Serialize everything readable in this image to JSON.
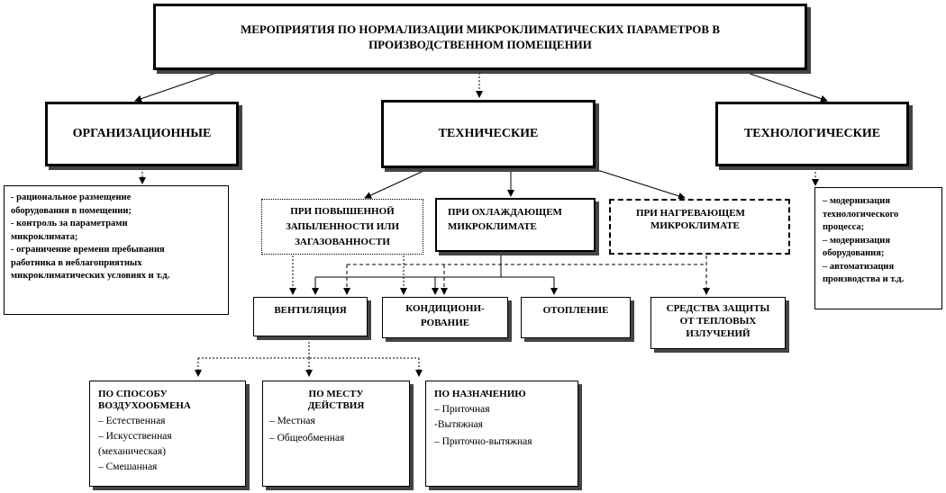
{
  "title": "МЕРОПРИЯТИЯ ПО НОРМАЛИЗАЦИИ  МИКРОКЛИМАТИЧЕСКИХ ПАРАМЕТРОВ  В ПРОИЗВОДСТВЕННОМ  ПОМЕЩЕНИИ",
  "categories": {
    "org": "ОРГАНИЗАЦИОННЫЕ",
    "tech": "ТЕХНИЧЕСКИЕ",
    "techno": "ТЕХНОЛОГИЧЕСКИЕ"
  },
  "org_list": [
    "- рациональное  размещение",
    "оборудования в помещении;",
    "- контроль  за параметрами",
    "микроклимата;",
    "- ограничение времени пребывания",
    "работника в неблагоприятных",
    "микроклиматических  условиях и т.д."
  ],
  "techno_list": [
    "– модернизация",
    "технологического",
    "процесса;",
    "– модернизация",
    "оборудования;",
    "– автоматизация",
    "производства и т.д."
  ],
  "conditions": {
    "dust": [
      "ПРИ ПОВЫШЕННОЙ",
      "ЗАПЫЛЕННОСТИ ИЛИ",
      "ЗАГАЗОВАННОСТИ"
    ],
    "cool": [
      "ПРИ ОХЛАЖДАЮЩЕМ",
      "МИКРОКЛИМАТЕ"
    ],
    "heat": [
      "ПРИ НАГРЕВАЮЩЕМ",
      "МИКРОКЛИМАТЕ"
    ]
  },
  "measures": {
    "ventilation": "ВЕНТИЛЯЦИЯ",
    "conditioning": [
      "КОНДИЦИОНИ-",
      "РОВАНИЕ"
    ],
    "heating": "ОТОПЛЕНИЕ",
    "protection": [
      "СРЕДСТВА  ЗАЩИТЫ",
      "ОТ ТЕПЛОВЫХ",
      "ИЗЛУЧЕНИЙ"
    ]
  },
  "vent_types": {
    "by_exchange": {
      "heading": [
        "ПО СПОСОБУ",
        "ВОЗДУХООБМЕНА"
      ],
      "items": [
        "– Естественная",
        "– Искусственная",
        "(механическая)",
        "– Смешанная"
      ]
    },
    "by_place": {
      "heading": [
        "ПО МЕСТУ",
        "ДЕЙСТВИЯ"
      ],
      "items": [
        "– Местная",
        "– Общеобменная"
      ]
    },
    "by_purpose": {
      "heading": [
        "ПО НАЗНАЧЕНИЮ"
      ],
      "items": [
        "– Приточная",
        "-Вытяжная",
        "– Приточно-вытяжная"
      ]
    }
  }
}
